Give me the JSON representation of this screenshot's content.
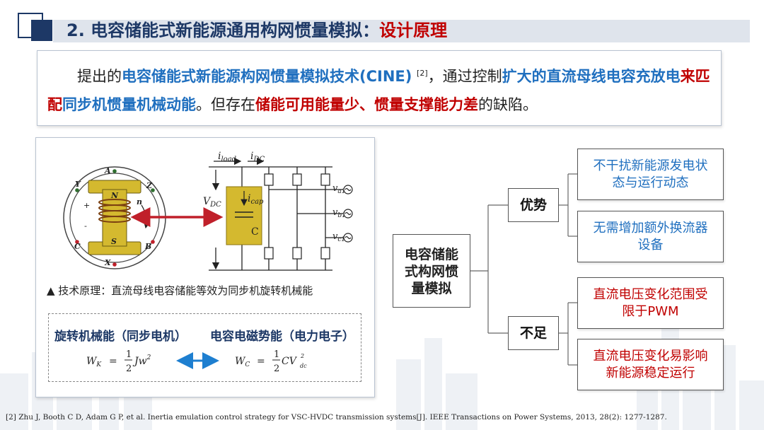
{
  "title": {
    "prefix": "2. 电容储能式新能源通用构网惯量模拟：",
    "highlight": "设计原理"
  },
  "intro": {
    "p1": "提出的",
    "b1": "电容储能式新能源构网惯量模拟技术(CINE)",
    "ref": "[2]",
    "p2": "，通过控制",
    "r1": "扩大的直流母线电容充放电",
    "r2": "来匹配",
    "b2": "同步机惯量机械动能",
    "p3": "。但存在",
    "r3": "储能可用能量少、惯量支撑能力差",
    "p4": "的缺陷。"
  },
  "diagram": {
    "labels": {
      "A": "A",
      "Y": "Y",
      "Z": "Z",
      "N": "N",
      "S": "S",
      "n": "n",
      "C": "C",
      "B": "B",
      "X": "X",
      "plus": "+",
      "minus": "-",
      "i_load": "load",
      "i_dc": "DC",
      "v_dc": "DC",
      "i_cap": "cap",
      "cap_c": "C",
      "va": "a1",
      "vb": "b1",
      "vc": "c1"
    },
    "caption": "▲ 技术原理：直流母线电容储能等效为同步机旋转机械能"
  },
  "formulas": {
    "left_label": "旋转机械能（同步电机）",
    "right_label": "电容电磁势能（电力电子）",
    "wk_W": "W",
    "wk_sub": "K",
    "eq": "=",
    "num": "1",
    "den": "2",
    "wk_rhs": "Jw",
    "wk_sup": "2",
    "wc_W": "W",
    "wc_sub": "C",
    "wc_rhs": "CV",
    "wc_sup": "2",
    "wc_sub2": "dc"
  },
  "tree": {
    "root": [
      "电容储能",
      "式构网惯",
      "量模拟"
    ],
    "advantage": "优势",
    "disadvantage": "不足",
    "leaves": [
      {
        "lines": [
          "不干扰新能源发电状",
          "态与运行动态"
        ]
      },
      {
        "lines": [
          "无需增加额外换流器",
          "设备"
        ]
      },
      {
        "lines": [
          "直流电压变化范围受",
          "限于PWM"
        ]
      },
      {
        "lines": [
          "直流电压变化易影响",
          "新能源稳定运行"
        ]
      }
    ]
  },
  "footnote": "[2] Zhu J, Booth C D, Adam G P, et al. Inertia emulation control strategy for VSC-HVDC transmission systems[J]. IEEE Transactions on Power Systems, 2013, 28(2): 1277-1287.",
  "colors": {
    "navy": "#1d3866",
    "accent_red": "#c00000",
    "accent_blue": "#1f6fbf",
    "rotor_gold": "#d4b92f",
    "arrow_red": "#c0202a",
    "arrow_blue": "#1e7fd0"
  }
}
